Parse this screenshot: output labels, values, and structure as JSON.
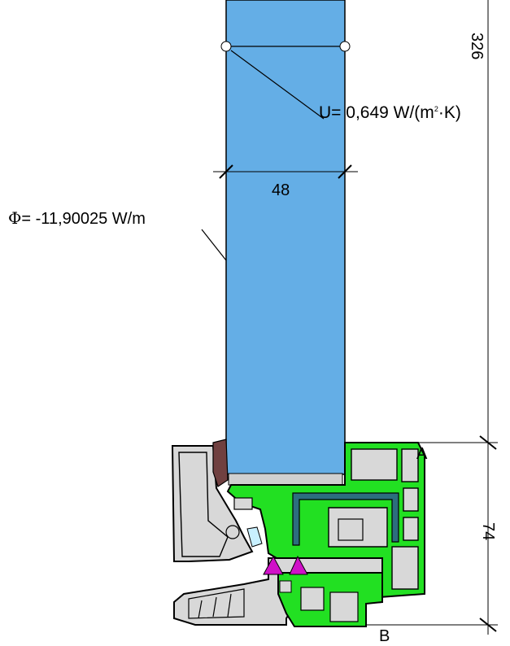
{
  "annotations": {
    "u_prefix": "U",
    "u_value": "= 0,649 W/(m",
    "u_exp": "2",
    "u_suffix": "·K)",
    "phi_prefix": "Φ",
    "phi_value": "= -11,90025 W/m"
  },
  "dimensions": {
    "glass_height": "326",
    "glass_width": "48",
    "frame_height": "74"
  },
  "points": {
    "a": "A",
    "b": "B"
  },
  "colors": {
    "glazing": "#64aee6",
    "frame_pvc": "#22e022",
    "frame_alt": "#d8d8d8",
    "gasket": "#d011c8",
    "seal": "#704040",
    "steel": "#2c6e7e"
  }
}
